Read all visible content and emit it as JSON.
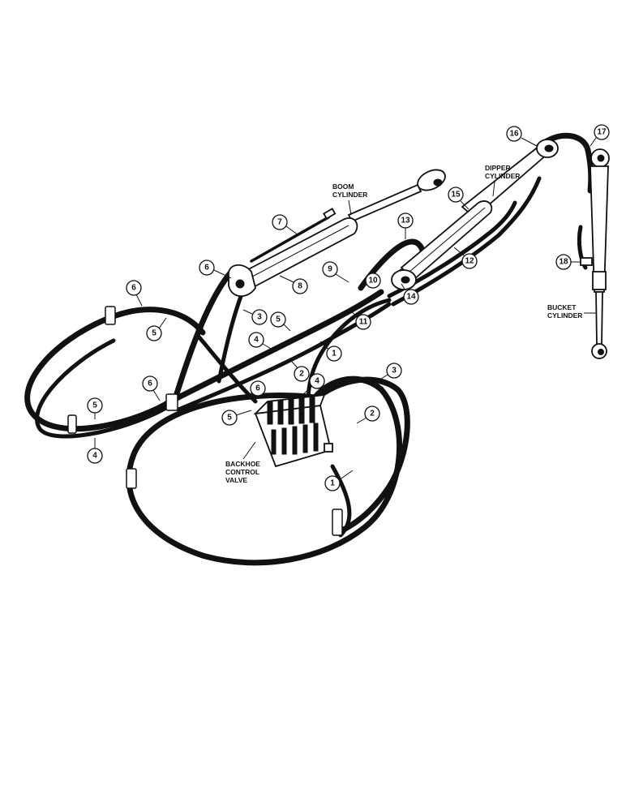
{
  "labels": {
    "boom_cylinder": [
      "BOOM",
      "CYLINDER"
    ],
    "dipper_cylinder": [
      "DIPPER",
      "CYLINDER"
    ],
    "bucket_cylinder": [
      "BUCKET",
      "CYLINDER"
    ],
    "backhoe_control_valve": [
      "BACKHOE",
      "CONTROL",
      "VALVE"
    ]
  },
  "callouts": {
    "c16": "16",
    "c17": "17",
    "c15": "15",
    "c13": "13",
    "c7": "7",
    "c6_boom": "6",
    "c8": "8",
    "c9": "9",
    "c10": "10",
    "c14": "14",
    "c12": "12",
    "c18": "18",
    "c6_top": "6",
    "c5_top": "5",
    "c3_mid": "3",
    "c5_mid": "5",
    "c4_mid": "4",
    "c11": "11",
    "c1_mid": "1",
    "c2_mid": "2",
    "c4_valve": "4",
    "c3_right": "3",
    "c6_left": "6",
    "c6_valve": "6",
    "c2_right": "2",
    "c5_left": "5",
    "c5_valve": "5",
    "c4_left": "4",
    "c1_low": "1"
  }
}
